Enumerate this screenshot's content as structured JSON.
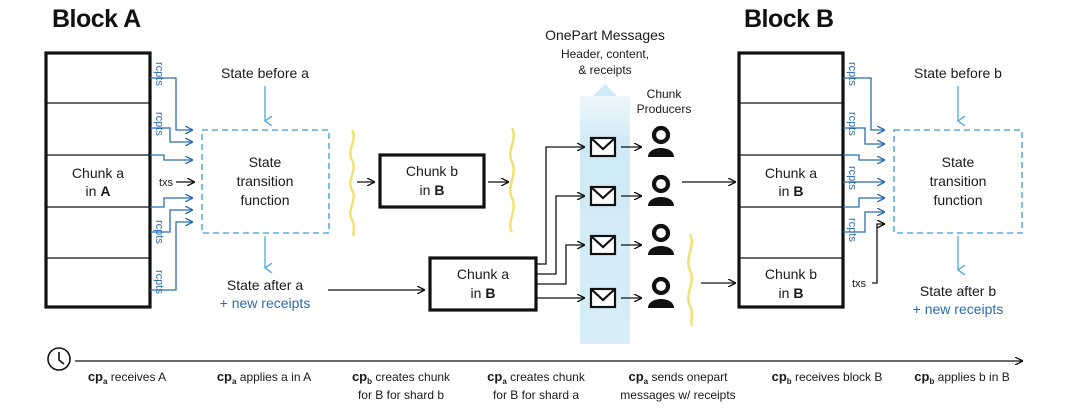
{
  "block_a": {
    "title": "Block A",
    "chunk_line1": "Chunk a",
    "chunk_line2_prefix": "in ",
    "chunk_line2_bold": "A",
    "txs": "txs",
    "rcpts": "rcpts"
  },
  "stf_left": {
    "state_before": "State before a",
    "line1": "State",
    "line2": "transition",
    "line3": "function",
    "state_after": "State after a",
    "new_receipts": "+ new receipts"
  },
  "chunk_b_middle": {
    "line1": "Chunk b",
    "line2_prefix": "in ",
    "line2_bold": "B"
  },
  "chunk_a_middle": {
    "line1": "Chunk a",
    "line2_prefix": "in ",
    "line2_bold": "B"
  },
  "onepart": {
    "title": "OnePart Messages",
    "sub1": "Header, content,",
    "sub2": "& receipts",
    "producers1": "Chunk",
    "producers2": "Producers"
  },
  "block_b": {
    "title": "Block B",
    "chunk_a_line1": "Chunk a",
    "chunk_a_line2_prefix": "in ",
    "chunk_a_line2_bold": "B",
    "chunk_b_line1": "Chunk b",
    "chunk_b_line2_prefix": "in ",
    "chunk_b_line2_bold": "B",
    "txs": "txs",
    "rcpts": "rcpts"
  },
  "stf_right": {
    "state_before": "State before b",
    "line1": "State",
    "line2": "transition",
    "line3": "function",
    "state_after": "State after b",
    "new_receipts": "+ new receipts"
  },
  "timeline": {
    "clock_icon": "clock-icon",
    "steps": [
      {
        "prefix": "cp",
        "sub": "a",
        "line1": " receives A",
        "line2": ""
      },
      {
        "prefix": "cp",
        "sub": "a",
        "line1": " applies a in A",
        "line2": ""
      },
      {
        "prefix": "cp",
        "sub": "b",
        "line1": " creates chunk",
        "line2": "for B for shard b"
      },
      {
        "prefix": "cp",
        "sub": "a",
        "line1": " creates chunk",
        "line2": "for B for shard a"
      },
      {
        "prefix": "cp",
        "sub": "a",
        "line1": " sends onepart",
        "line2": "messages w/ receipts"
      },
      {
        "prefix": "cp",
        "sub": "b",
        "line1": " receives block B",
        "line2": ""
      },
      {
        "prefix": "cp",
        "sub": "b",
        "line1": " applies b in B",
        "line2": ""
      }
    ]
  },
  "colors": {
    "blue": "#2b6cb0",
    "light_blue": "#5aaee0",
    "band": "#cfe9f6",
    "wave": "#f3df6b",
    "ink": "#111111"
  }
}
